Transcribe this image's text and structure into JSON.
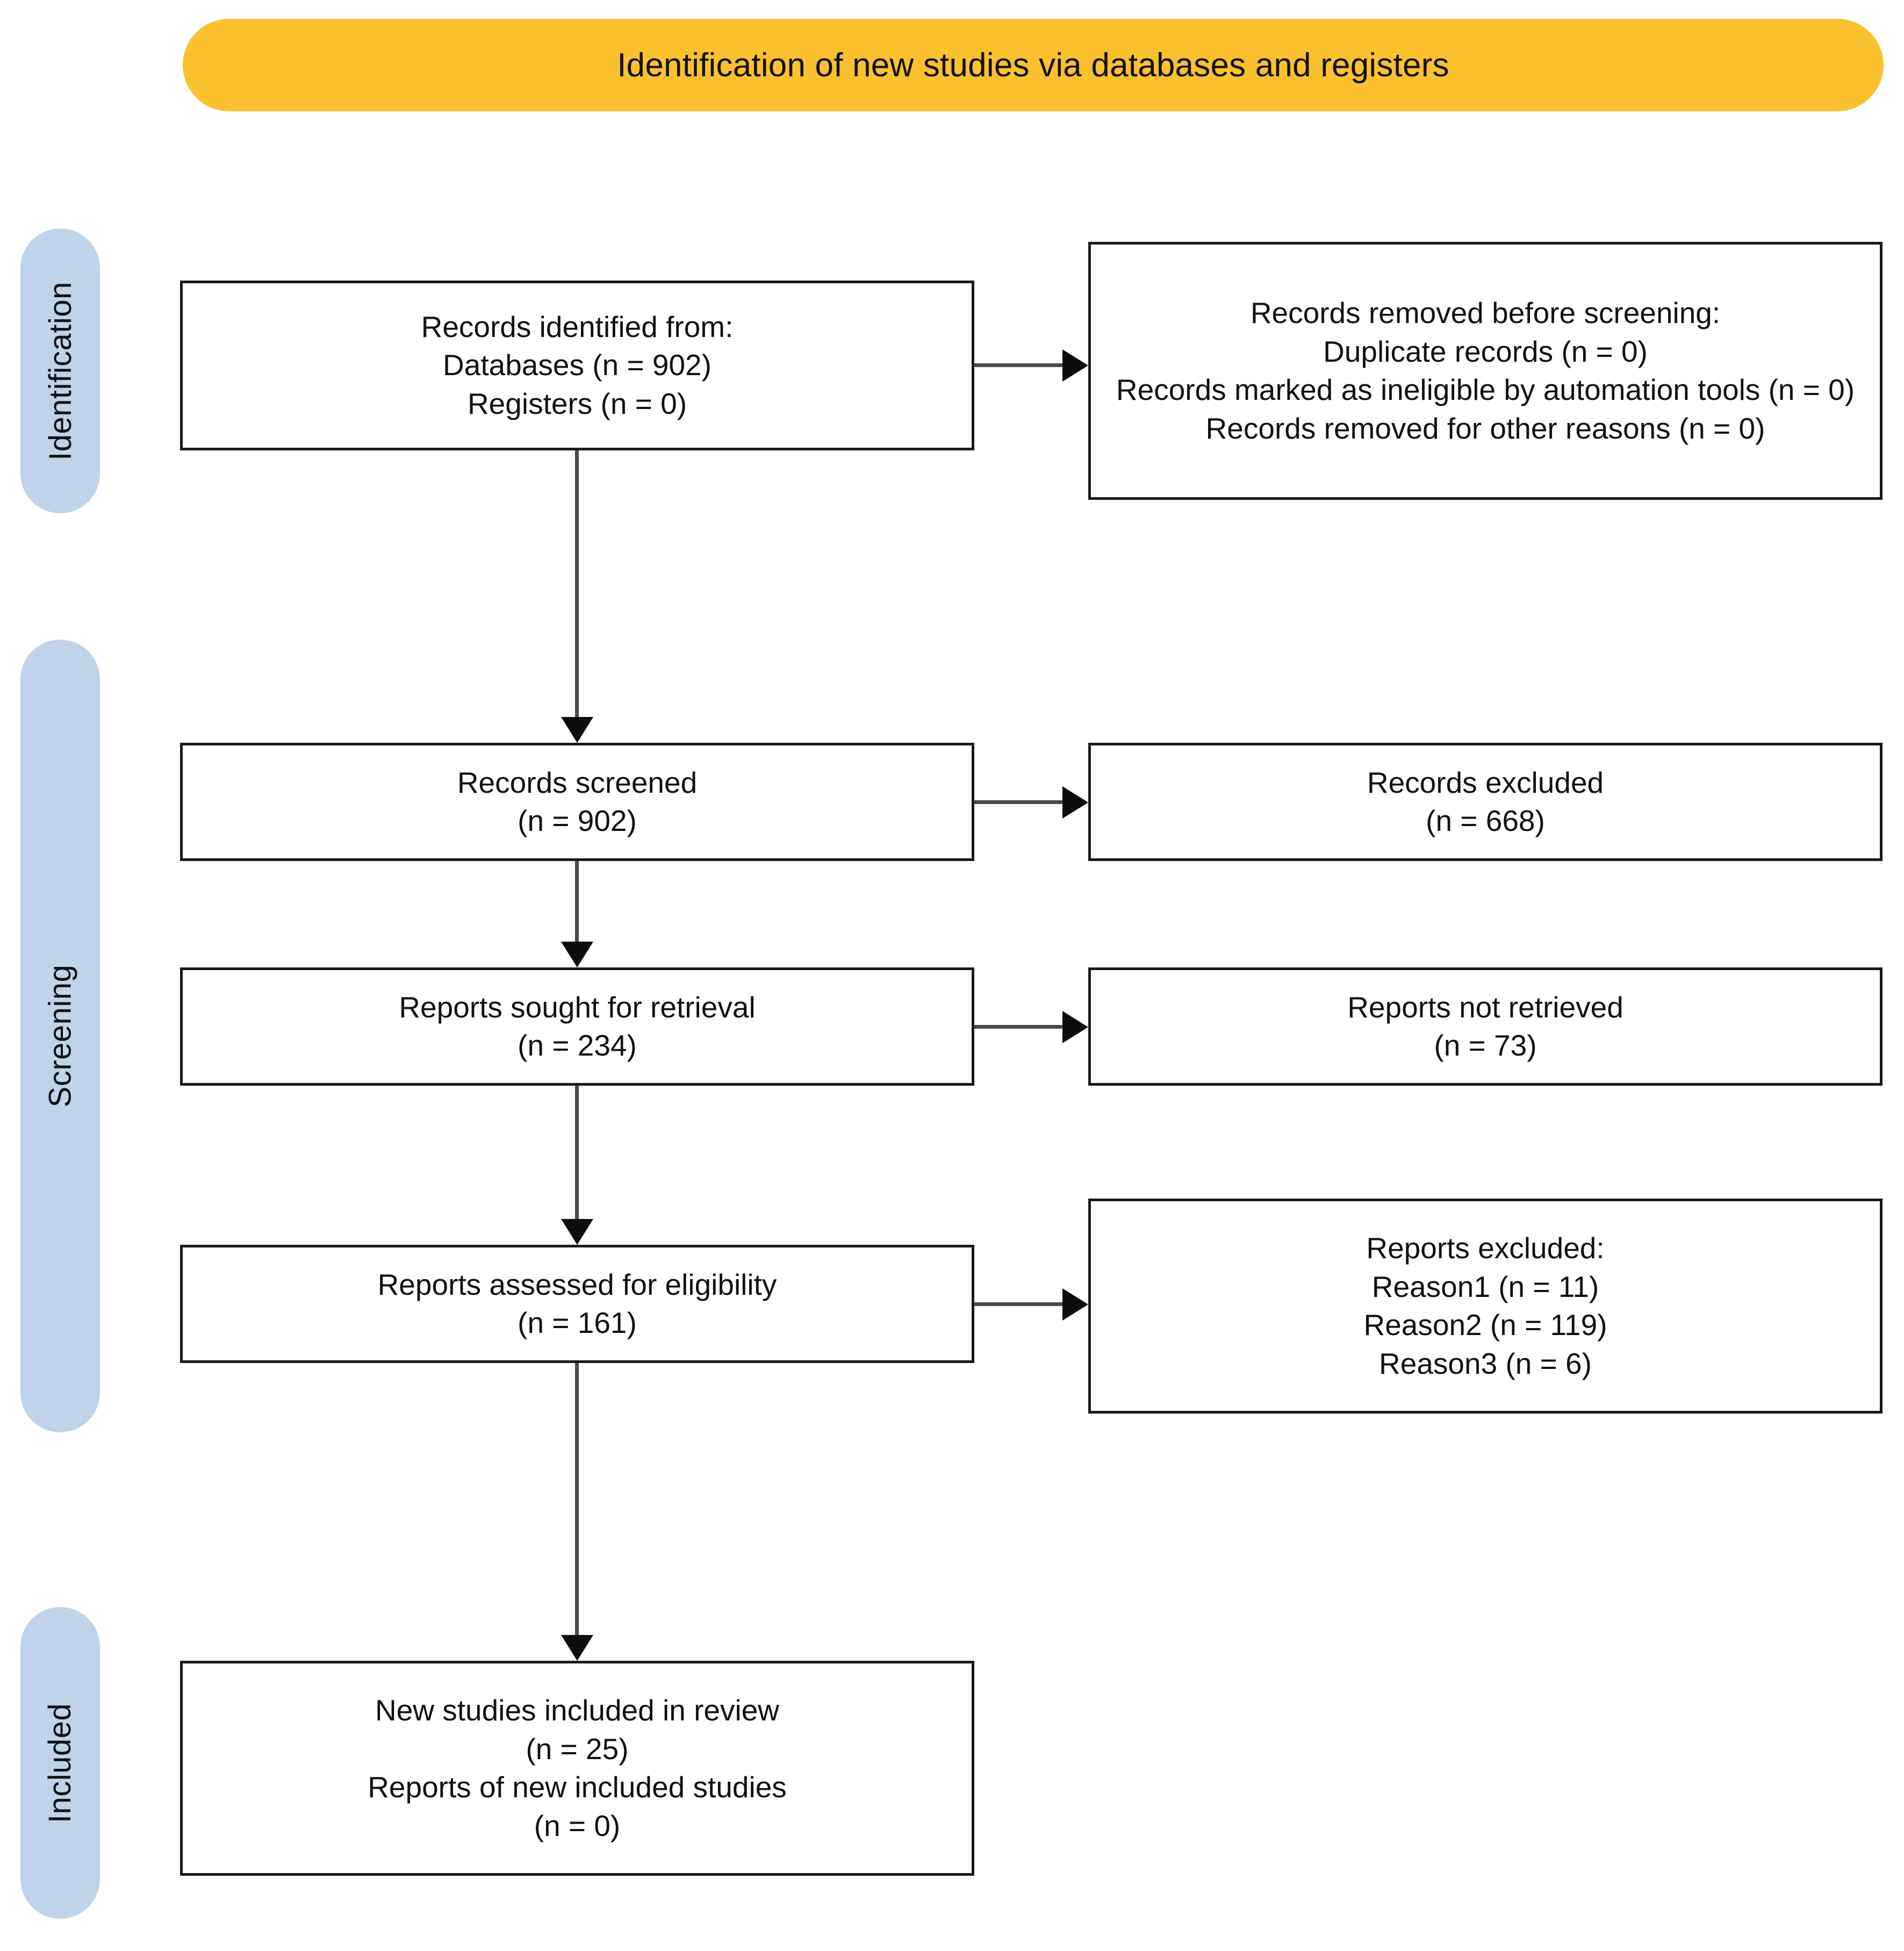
{
  "header": {
    "title": "Identification of new studies via databases and registers",
    "background_color": "#FBC02D"
  },
  "stages": {
    "background_color": "#BFD3EB",
    "items": [
      {
        "id": "identification",
        "label": "Identification"
      },
      {
        "id": "screening",
        "label": "Screening"
      },
      {
        "id": "included",
        "label": "Included"
      }
    ]
  },
  "boxes": {
    "identified": {
      "lines": [
        "Records identified from:",
        "Databases (n = 902)",
        "Registers (n = 0)"
      ]
    },
    "removed": {
      "lines": [
        "Records removed before screening:",
        "Duplicate records (n = 0)",
        "Records marked as ineligible by automation tools (n = 0)",
        "Records removed for other reasons (n = 0)"
      ]
    },
    "screened": {
      "lines": [
        "Records screened",
        "(n = 902)"
      ]
    },
    "records_excluded": {
      "lines": [
        "Records excluded",
        "(n = 668)"
      ]
    },
    "sought": {
      "lines": [
        "Reports sought for retrieval",
        "(n = 234)"
      ]
    },
    "not_retrieved": {
      "lines": [
        "Reports not retrieved",
        "(n = 73)"
      ]
    },
    "assessed": {
      "lines": [
        "Reports assessed for eligibility",
        "(n = 161)"
      ]
    },
    "reports_excluded": {
      "lines": [
        "Reports excluded:",
        "Reason1 (n = 11)",
        "Reason2 (n = 119)",
        "Reason3 (n = 6)"
      ]
    },
    "included": {
      "lines": [
        "New studies included in review",
        "(n = 25)",
        "Reports of new included studies",
        "(n = 0)"
      ]
    }
  },
  "chart_data": {
    "type": "diagram",
    "title": "Identification of new studies via databases and registers",
    "nodes": [
      {
        "id": "identified",
        "stage": "Identification",
        "column": "left",
        "label": "Records identified from: Databases (n = 902); Registers (n = 0)",
        "values": {
          "Databases": 902,
          "Registers": 0
        }
      },
      {
        "id": "removed",
        "stage": "Identification",
        "column": "right",
        "label": "Records removed before screening",
        "values": {
          "Duplicate records": 0,
          "Records marked as ineligible by automation tools": 0,
          "Records removed for other reasons": 0
        }
      },
      {
        "id": "screened",
        "stage": "Screening",
        "column": "left",
        "label": "Records screened",
        "values": {
          "n": 902
        }
      },
      {
        "id": "records_excluded",
        "stage": "Screening",
        "column": "right",
        "label": "Records excluded",
        "values": {
          "n": 668
        }
      },
      {
        "id": "sought",
        "stage": "Screening",
        "column": "left",
        "label": "Reports sought for retrieval",
        "values": {
          "n": 234
        }
      },
      {
        "id": "not_retrieved",
        "stage": "Screening",
        "column": "right",
        "label": "Reports not retrieved",
        "values": {
          "n": 73
        }
      },
      {
        "id": "assessed",
        "stage": "Screening",
        "column": "left",
        "label": "Reports assessed for eligibility",
        "values": {
          "n": 161
        }
      },
      {
        "id": "reports_excluded",
        "stage": "Screening",
        "column": "right",
        "label": "Reports excluded",
        "values": {
          "Reason1": 11,
          "Reason2": 119,
          "Reason3": 6
        }
      },
      {
        "id": "included",
        "stage": "Included",
        "column": "left",
        "label": "New studies included in review; Reports of new included studies",
        "values": {
          "New studies included in review": 25,
          "Reports of new included studies": 0
        }
      }
    ],
    "edges": [
      {
        "from": "identified",
        "to": "removed",
        "direction": "right"
      },
      {
        "from": "identified",
        "to": "screened",
        "direction": "down"
      },
      {
        "from": "screened",
        "to": "records_excluded",
        "direction": "right"
      },
      {
        "from": "screened",
        "to": "sought",
        "direction": "down"
      },
      {
        "from": "sought",
        "to": "not_retrieved",
        "direction": "right"
      },
      {
        "from": "sought",
        "to": "assessed",
        "direction": "down"
      },
      {
        "from": "assessed",
        "to": "reports_excluded",
        "direction": "right"
      },
      {
        "from": "assessed",
        "to": "included",
        "direction": "down"
      }
    ]
  }
}
